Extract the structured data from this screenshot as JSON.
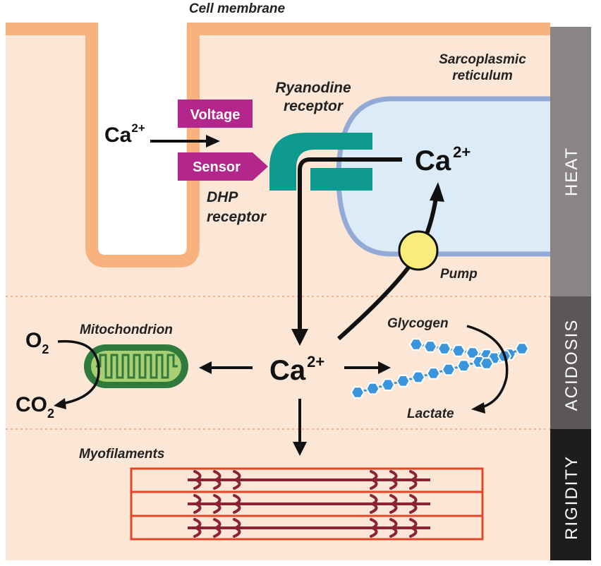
{
  "labels": {
    "cell_membrane": "Cell membrane",
    "sarcoplasmic_1": "Sarcoplasmic",
    "sarcoplasmic_2": "reticulum",
    "ryanodine_1": "Ryanodine",
    "ryanodine_2": "receptor",
    "voltage": "Voltage",
    "sensor": "Sensor",
    "dhp_1": "DHP",
    "dhp_2": "receptor",
    "pump": "Pump",
    "mitochondrion": "Mitochondrion",
    "glycogen": "Glycogen",
    "lactate": "Lactate",
    "myofilaments": "Myofilaments"
  },
  "chem": {
    "ca": "Ca",
    "ca_charge": "2+",
    "o": "O",
    "o_sub": "2",
    "co": "CO",
    "co_sub": "2"
  },
  "side_bands": [
    {
      "label": "HEAT",
      "color": "#8a8585"
    },
    {
      "label": "ACIDOSIS",
      "color": "#5c5757"
    },
    {
      "label": "RIGIDITY",
      "color": "#1f1c1c"
    }
  ],
  "colors": {
    "cytoplasm": "#fce6d6",
    "membrane": "#f7b27d",
    "reticulum_fill": "#dcebf8",
    "reticulum_edge": "#93a9d6",
    "ryanodine": "#0e9a8e",
    "dhp": "#b3268c",
    "pump": "#f7ec7c",
    "mito_outer": "#2f7a3c",
    "mito_inner": "#a8cf72",
    "glycogen": "#3a95dc",
    "myofil": "#e0472a",
    "myosin": "#8c2335"
  }
}
